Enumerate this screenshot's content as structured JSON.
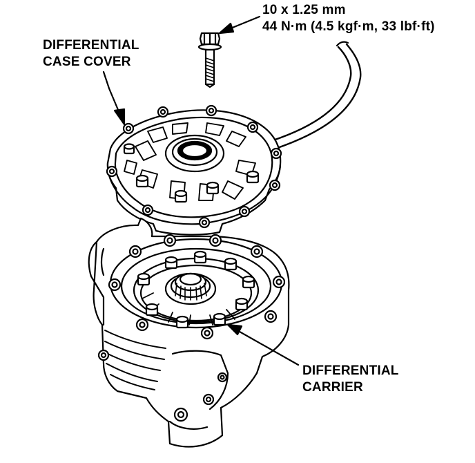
{
  "labels": {
    "bolt_spec_line1": "10 x 1.25 mm",
    "bolt_spec_line2": "44 N·m (4.5 kgf·m, 33 lbf·ft)",
    "cover_line1": "DIFFERENTIAL",
    "cover_line2": "CASE COVER",
    "carrier_line1": "DIFFERENTIAL",
    "carrier_line2": "CARRIER"
  },
  "colors": {
    "ink": "#000000",
    "paper": "#ffffff"
  }
}
